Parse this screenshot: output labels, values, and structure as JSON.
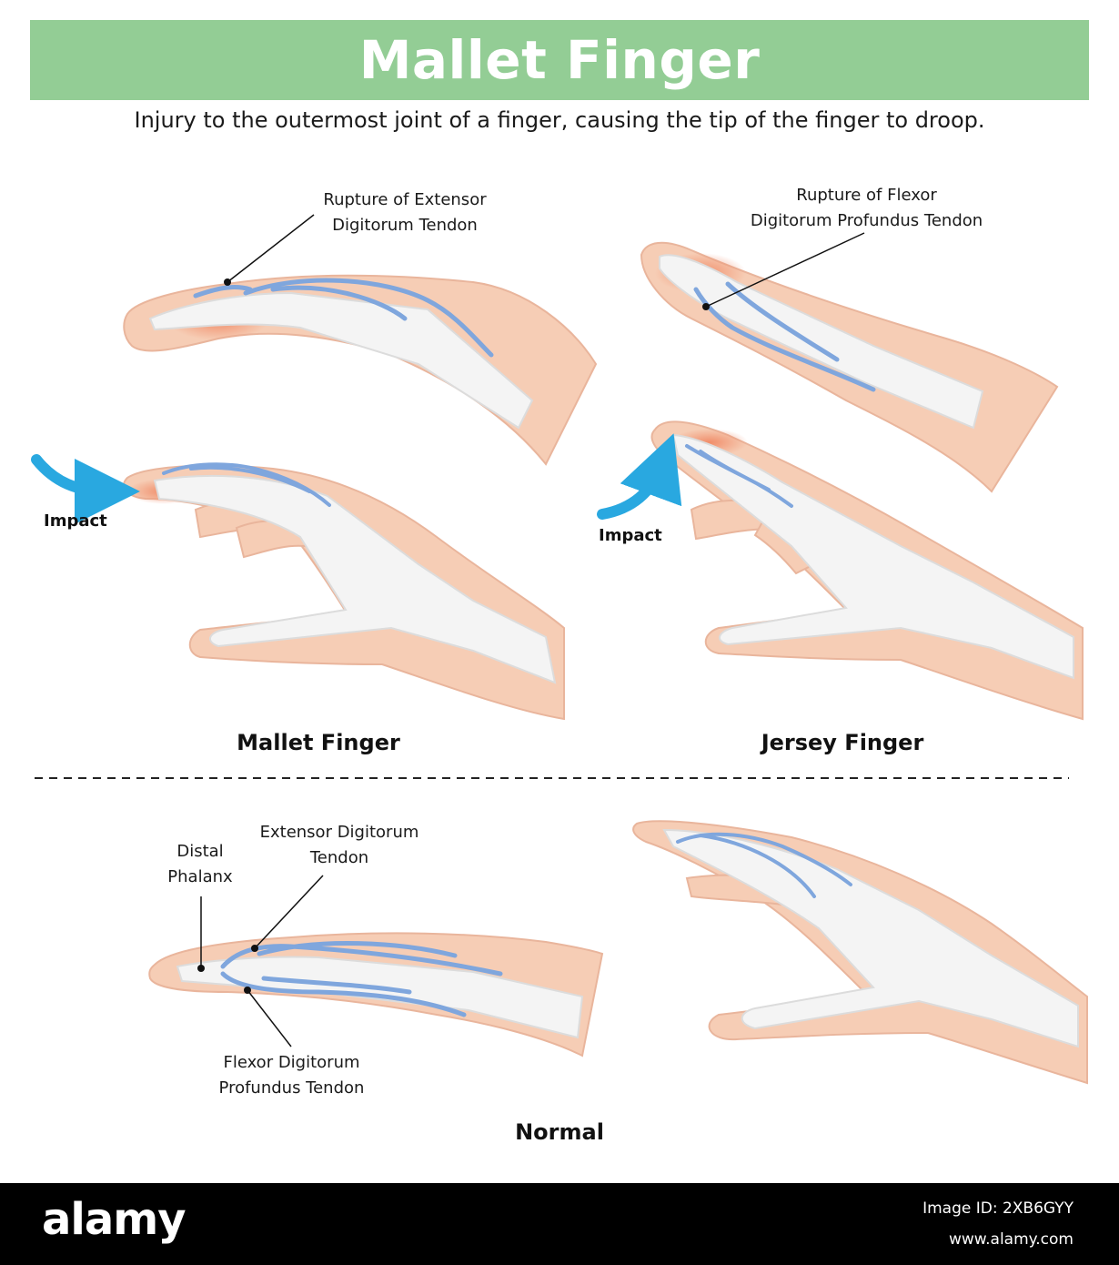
{
  "header": {
    "title": "Mallet Finger",
    "subtitle": "Injury to the outermost joint of a finger, causing the tip of the finger to droop."
  },
  "mallet": {
    "label": "Rupture of Extensor\nDigitorum Tendon",
    "impact": "Impact",
    "caption": "Mallet Finger"
  },
  "jersey": {
    "label": "Rupture of Flexor\nDigitorum Profundus Tendon",
    "impact": "Impact",
    "caption": "Jersey Finger"
  },
  "normal": {
    "distal_label": "Distal\nPhalanx",
    "extensor_label": "Extensor Digitorum\nTendon",
    "flexor_label": "Flexor Digitorum\nProfundus Tendon",
    "caption": "Normal"
  },
  "footer": {
    "brand": "alamy",
    "image_id": "Image ID: 2XB6GYY",
    "url": "www.alamy.com"
  },
  "colors": {
    "banner": "#93cd95",
    "skin": "#f6cdb5",
    "bone": "#f4f4f4",
    "tendon": "#7fa6dd",
    "injury": "#f08a66",
    "arrow": "#29a8e0"
  }
}
